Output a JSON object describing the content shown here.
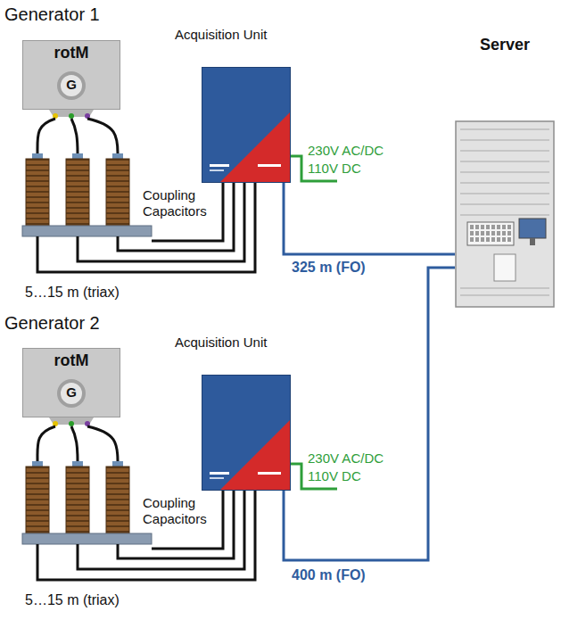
{
  "diagram": {
    "nodes": [
      {
        "text": [
          "rotM"
        ]
      },
      {
        "text": [
          "G"
        ],
        "in": 0
      },
      {
        "text": [
          "Acquisition Unit"
        ]
      },
      {
        "text": [
          "Server"
        ]
      },
      {
        "text": [
          "rotM"
        ]
      },
      {
        "text": [
          "G"
        ],
        "in": 4
      },
      {
        "text": [
          "Acquisition Unit"
        ]
      }
    ],
    "edges": [
      {
        "from": 2,
        "to": 3,
        "label": "325 m (FO)",
        "arrow": "none"
      },
      {
        "from": 6,
        "to": 3,
        "label": "400 m (FO)",
        "arrow": "none"
      }
    ],
    "labels": [
      "Generator 1",
      "Coupling Capacitors",
      "5…15 m (triax)",
      "230V AC/DC",
      "110V DC",
      "Generator 2",
      "Coupling Capacitors",
      "5…15 m (triax)",
      "230V AC/DC",
      "110V DC"
    ]
  }
}
